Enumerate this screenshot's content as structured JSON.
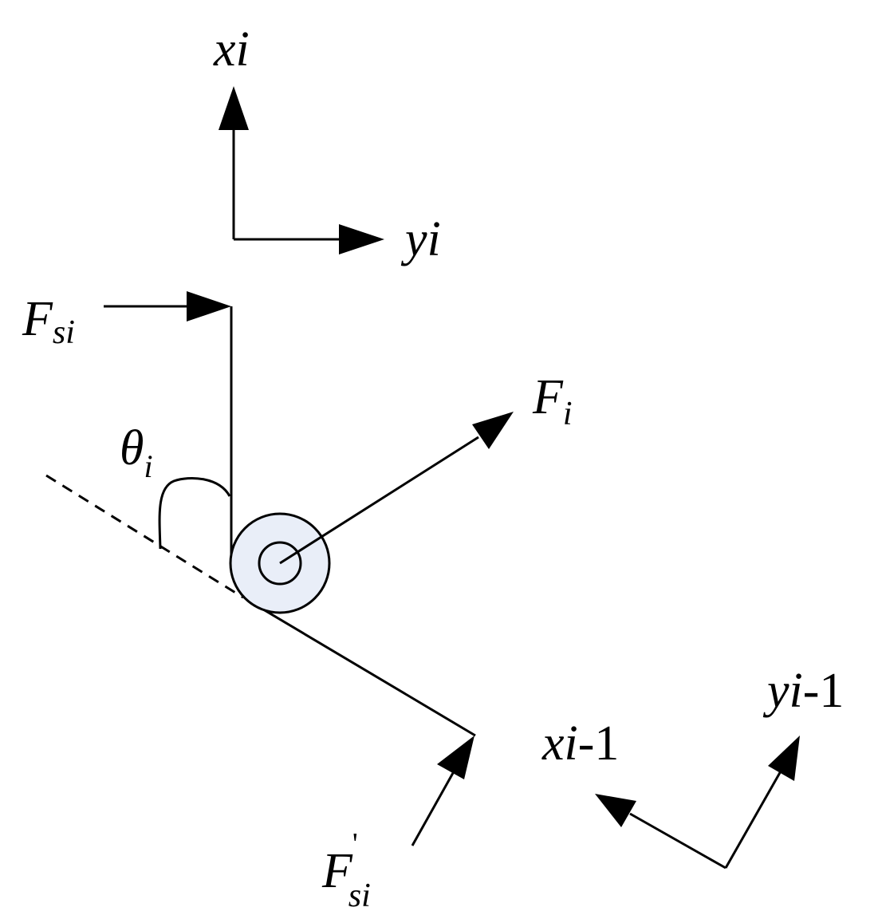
{
  "labels": {
    "xi": {
      "main": "xi"
    },
    "yi": {
      "main": "yi"
    },
    "fsi": {
      "main": "F",
      "sub": "si"
    },
    "fi": {
      "main": "F",
      "sub": "i"
    },
    "theta": {
      "main": "θ",
      "sub": "i"
    },
    "fsi_prime": {
      "main": "F",
      "sup": "'",
      "sub": "si"
    },
    "xi_minus_1": {
      "main": "xi",
      "suffix": "-1"
    },
    "yi_minus_1": {
      "main": "yi",
      "suffix": "-1"
    }
  },
  "colors": {
    "stroke": "#000000",
    "pulley_fill": "#e9eef8",
    "background": "#ffffff"
  }
}
